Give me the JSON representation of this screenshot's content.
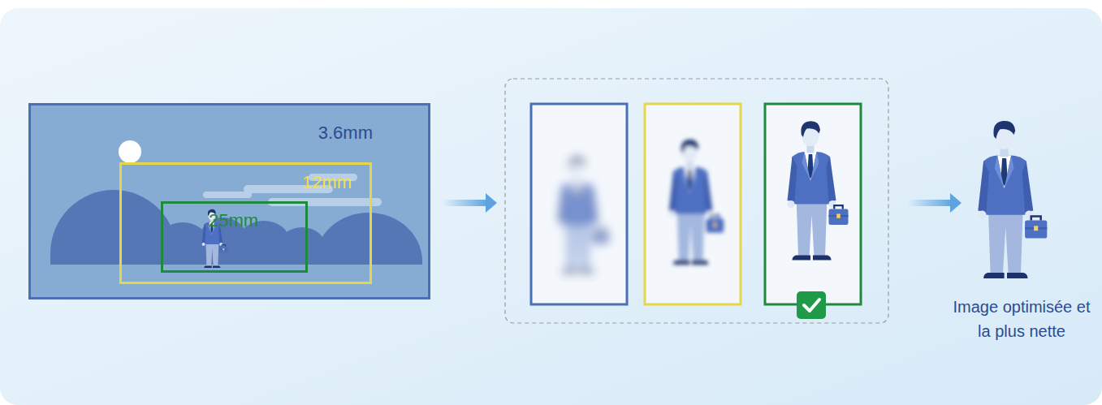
{
  "diagram": {
    "nodes": [
      {
        "text": [
          "3.6mm"
        ]
      },
      {
        "text": [
          "12mm"
        ],
        "in": 0
      },
      {
        "text": [
          "25mm"
        ],
        "in": 1
      }
    ],
    "labels": [
      "Image optimisée et la plus nette"
    ]
  }
}
